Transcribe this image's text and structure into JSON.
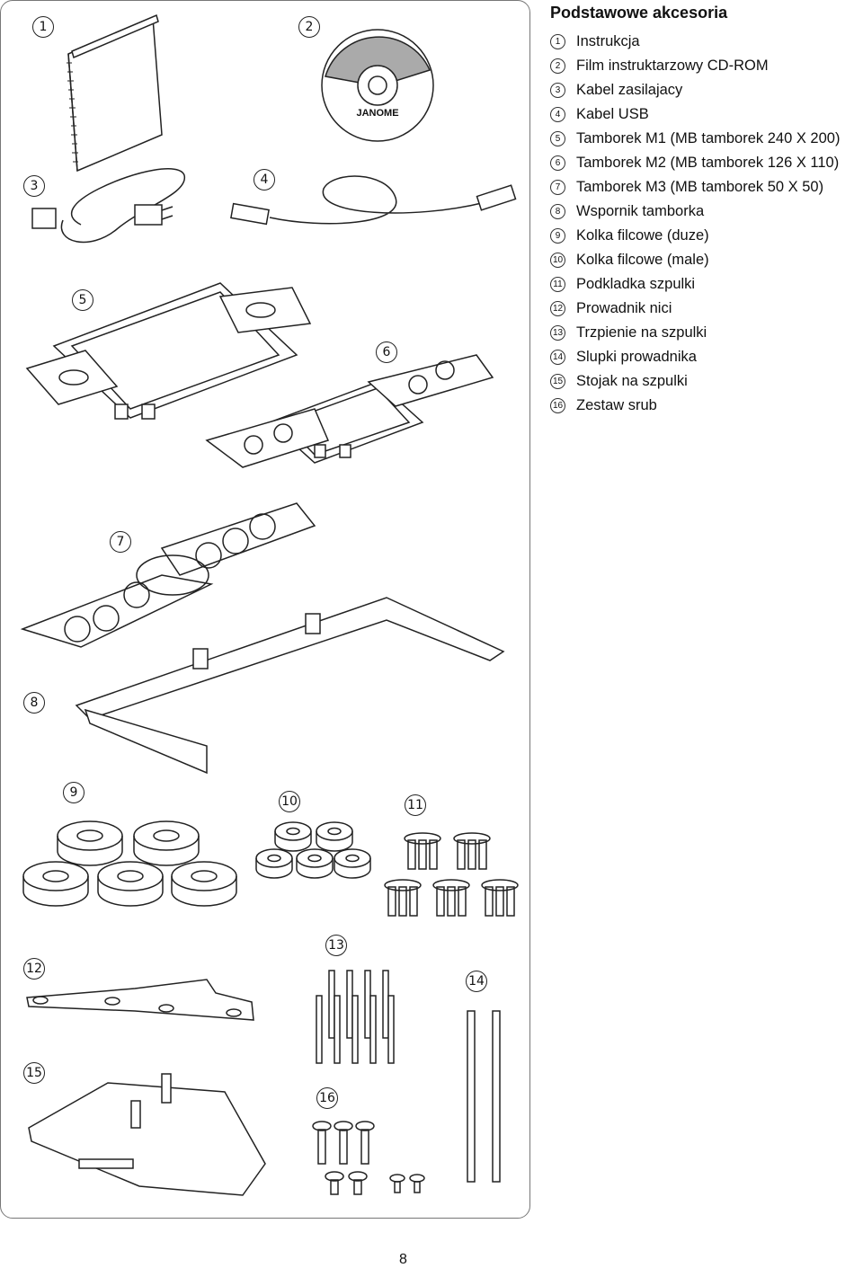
{
  "title": "Podstawowe akcesoria",
  "items": [
    {
      "n": "1",
      "label": "Instrukcja"
    },
    {
      "n": "2",
      "label": "Film instruktarzowy CD-ROM"
    },
    {
      "n": "3",
      "label": "Kabel zasilajacy"
    },
    {
      "n": "4",
      "label": "Kabel USB"
    },
    {
      "n": "5",
      "label": "Tamborek M1 (MB tamborek 240 X 200)"
    },
    {
      "n": "6",
      "label": "Tamborek M2 (MB tamborek 126 X 110)"
    },
    {
      "n": "7",
      "label": "Tamborek M3 (MB tamborek 50 X 50)"
    },
    {
      "n": "8",
      "label": "Wspornik tamborka"
    },
    {
      "n": "9",
      "label": "Kolka filcowe (duze)"
    },
    {
      "n": "10",
      "label": "Kolka filcowe (male)"
    },
    {
      "n": "11",
      "label": "Podkladka szpulki"
    },
    {
      "n": "12",
      "label": "Prowadnik nici"
    },
    {
      "n": "13",
      "label": "Trzpienie na szpulki"
    },
    {
      "n": "14",
      "label": "Slupki prowadnika"
    },
    {
      "n": "15",
      "label": "Stojak na szpulki"
    },
    {
      "n": "16",
      "label": "Zestaw srub"
    }
  ],
  "cd_brand": "JANOME",
  "page_number": "8"
}
